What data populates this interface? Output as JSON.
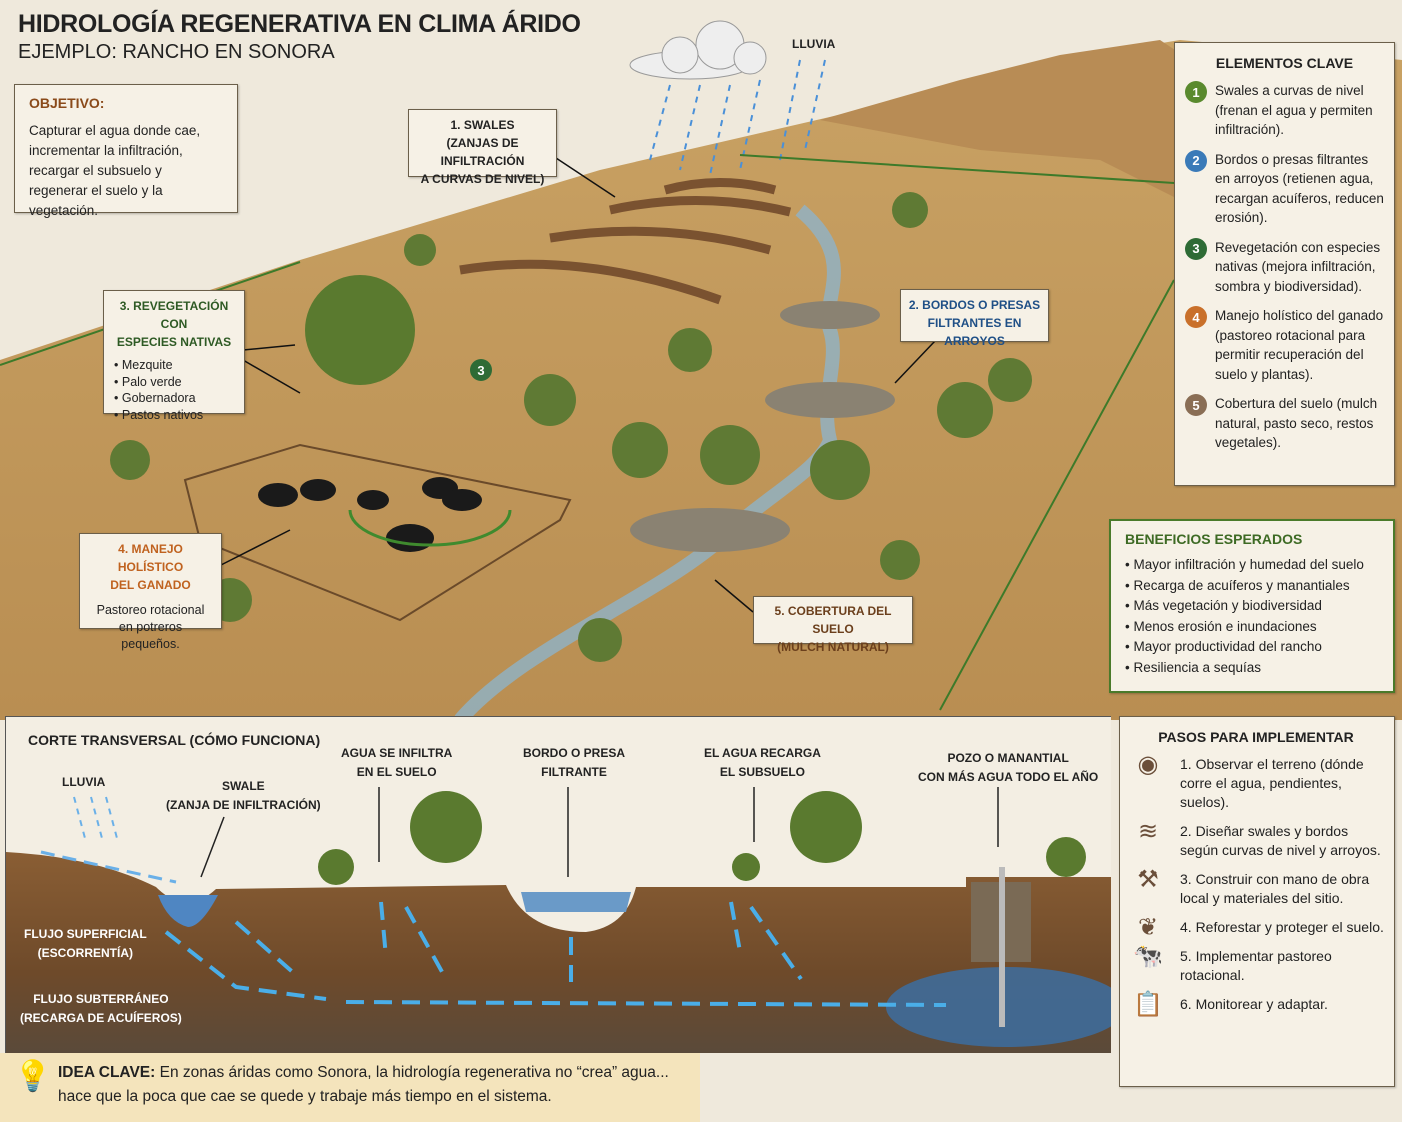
{
  "header": {
    "title": "HIDROLOGÍA REGENERATIVA EN CLIMA ÁRIDO",
    "subtitle": "EJEMPLO: RANCHO EN SONORA"
  },
  "objective": {
    "title": "OBJETIVO:",
    "text": "Capturar el agua donde cae, incrementar la infiltración, recargar el subsuelo y regenerar el suelo y la vegetación."
  },
  "callouts": {
    "rain": "LLUVIA",
    "swales": [
      "1. SWALES",
      "(ZANJAS DE INFILTRACIÓN",
      "A CURVAS DE NIVEL)"
    ],
    "bordos": [
      "2. BORDOS O PRESAS",
      "FILTRANTES EN ARROYOS"
    ],
    "reveg": {
      "title": [
        "3. REVEGETACIÓN CON",
        "ESPECIES NATIVAS"
      ],
      "items": [
        "Mezquite",
        "Palo verde",
        "Gobernadora",
        "Pastos nativos"
      ]
    },
    "manejo": {
      "title": [
        "4. MANEJO HOLÍSTICO",
        "DEL GANADO"
      ],
      "text": [
        "Pastoreo rotacional",
        "en potreros pequeños."
      ]
    },
    "cobertura": [
      "5. COBERTURA DEL SUELO",
      "(MULCH NATURAL)"
    ],
    "marker3": "3"
  },
  "key_elements": {
    "title": "ELEMENTOS CLAVE",
    "items": [
      {
        "n": "1",
        "color": "#5a8a2e",
        "text": "Swales a curvas de nivel (frenan el agua y permiten infiltración)."
      },
      {
        "n": "2",
        "color": "#3a7ab8",
        "text": "Bordos o presas filtrantes en arroyos (retienen agua, recargan acuíferos, reducen erosión)."
      },
      {
        "n": "3",
        "color": "#2e6b35",
        "text": "Revegetación con especies nativas (mejora infiltración, sombra y biodiversidad)."
      },
      {
        "n": "4",
        "color": "#c9702a",
        "text": "Manejo holístico del ganado (pastoreo rotacional para permitir recuperación del suelo y plantas)."
      },
      {
        "n": "5",
        "color": "#8a6e55",
        "text": "Cobertura del suelo (mulch natural, pasto seco, restos vegetales)."
      }
    ]
  },
  "benefits": {
    "title": "BENEFICIOS ESPERADOS",
    "items": [
      "Mayor infiltración y humedad del suelo",
      "Recarga de acuíferos y manantiales",
      "Más vegetación y biodiversidad",
      "Menos erosión e inundaciones",
      "Mayor productividad del rancho",
      "Resiliencia a sequías"
    ]
  },
  "cross_section": {
    "title": "CORTE TRANSVERSAL (CÓMO FUNCIONA)",
    "labels": {
      "rain": "LLUVIA",
      "swale": [
        "SWALE",
        "(ZANJA DE INFILTRACIÓN)"
      ],
      "infiltra": [
        "AGUA SE INFILTRA",
        "EN EL SUELO"
      ],
      "bordo": [
        "BORDO O PRESA",
        "FILTRANTE"
      ],
      "recarga": [
        "EL AGUA RECARGA",
        "EL SUBSUELO"
      ],
      "pozo": [
        "POZO O MANANTIAL",
        "CON MÁS AGUA TODO EL AÑO"
      ],
      "superficial": [
        "FLUJO SUPERFICIAL",
        "(ESCORRENTÍA)"
      ],
      "subterraneo": [
        "FLUJO SUBTERRÁNEO",
        "(RECARGA DE ACUÍFEROS)"
      ]
    }
  },
  "steps": {
    "title": "PASOS PARA IMPLEMENTAR",
    "items": [
      {
        "icon": "eye-icon",
        "glyph": "◉",
        "text": "1. Observar el terreno (dónde corre el agua, pendientes, suelos)."
      },
      {
        "icon": "contour-lines-icon",
        "glyph": "≋",
        "text": "2. Diseñar swales y bordos según curvas de nivel y arroyos."
      },
      {
        "icon": "shovel-icon",
        "glyph": "⚒",
        "text": "3. Construir con mano de obra local y materiales del sitio."
      },
      {
        "icon": "sprout-icon",
        "glyph": "❦",
        "text": "4. Reforestar y proteger el suelo."
      },
      {
        "icon": "cow-icon",
        "glyph": "🐄",
        "text": "5. Implementar pastoreo rotacional."
      },
      {
        "icon": "clipboard-icon",
        "glyph": "📋",
        "text": "6. Monitorear y adaptar."
      }
    ]
  },
  "idea": {
    "label": "IDEA CLAVE:",
    "text": " En zonas áridas como Sonora, la hidrología regenerativa no “crea” agua... hace que la poca que cae se quede y trabaje más tiempo en el sistema."
  }
}
